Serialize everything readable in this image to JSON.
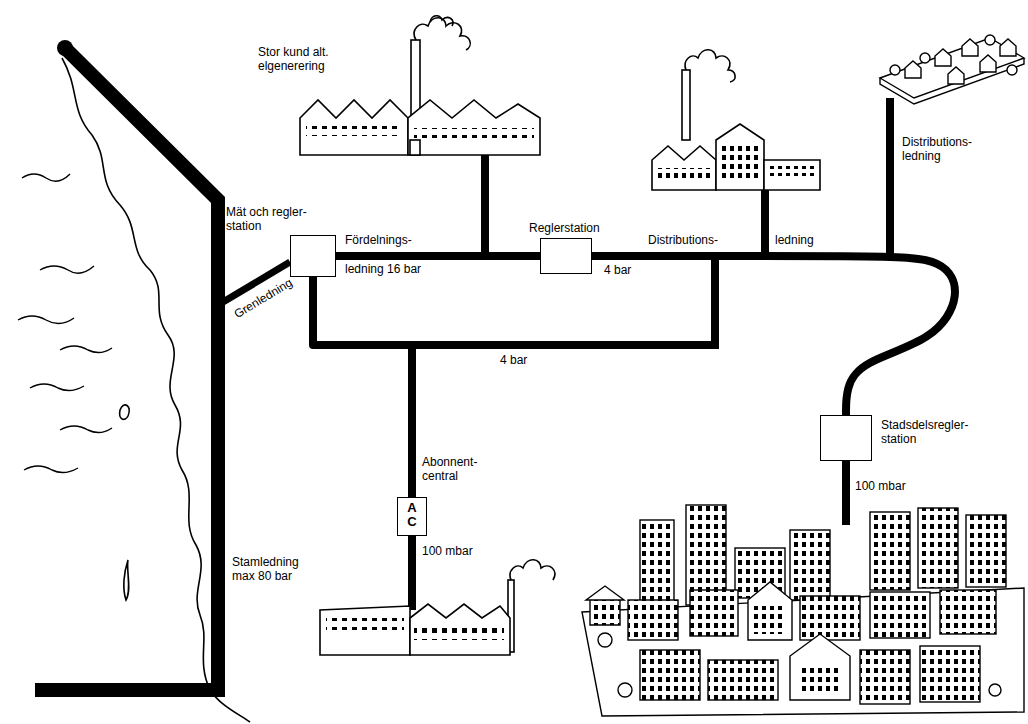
{
  "diagram": {
    "nodes": [
      {
        "text": [
          "Mät och regler- station"
        ]
      },
      {
        "text": [
          "Reglerstation"
        ]
      },
      {
        "text": [
          "Abonnent- central",
          "A C"
        ]
      },
      {
        "text": [
          "Stadsdelsregler- station"
        ]
      }
    ],
    "edges": [
      {
        "from": 0,
        "to": 1,
        "arrow": "none"
      },
      {
        "from": 0,
        "to": 2,
        "arrow": "none"
      },
      {
        "from": 1,
        "to": 3,
        "arrow": "none"
      }
    ],
    "labels": [
      "Stor kund alt. elgenerering",
      "Grenledning",
      "Fördelnings-",
      "ledning 16 bar",
      "Distributions-",
      "ledning",
      "4 bar",
      "Distributions- ledning",
      "4 bar",
      "100 mbar",
      "100 mbar",
      "Stamledning max 80 bar"
    ]
  }
}
